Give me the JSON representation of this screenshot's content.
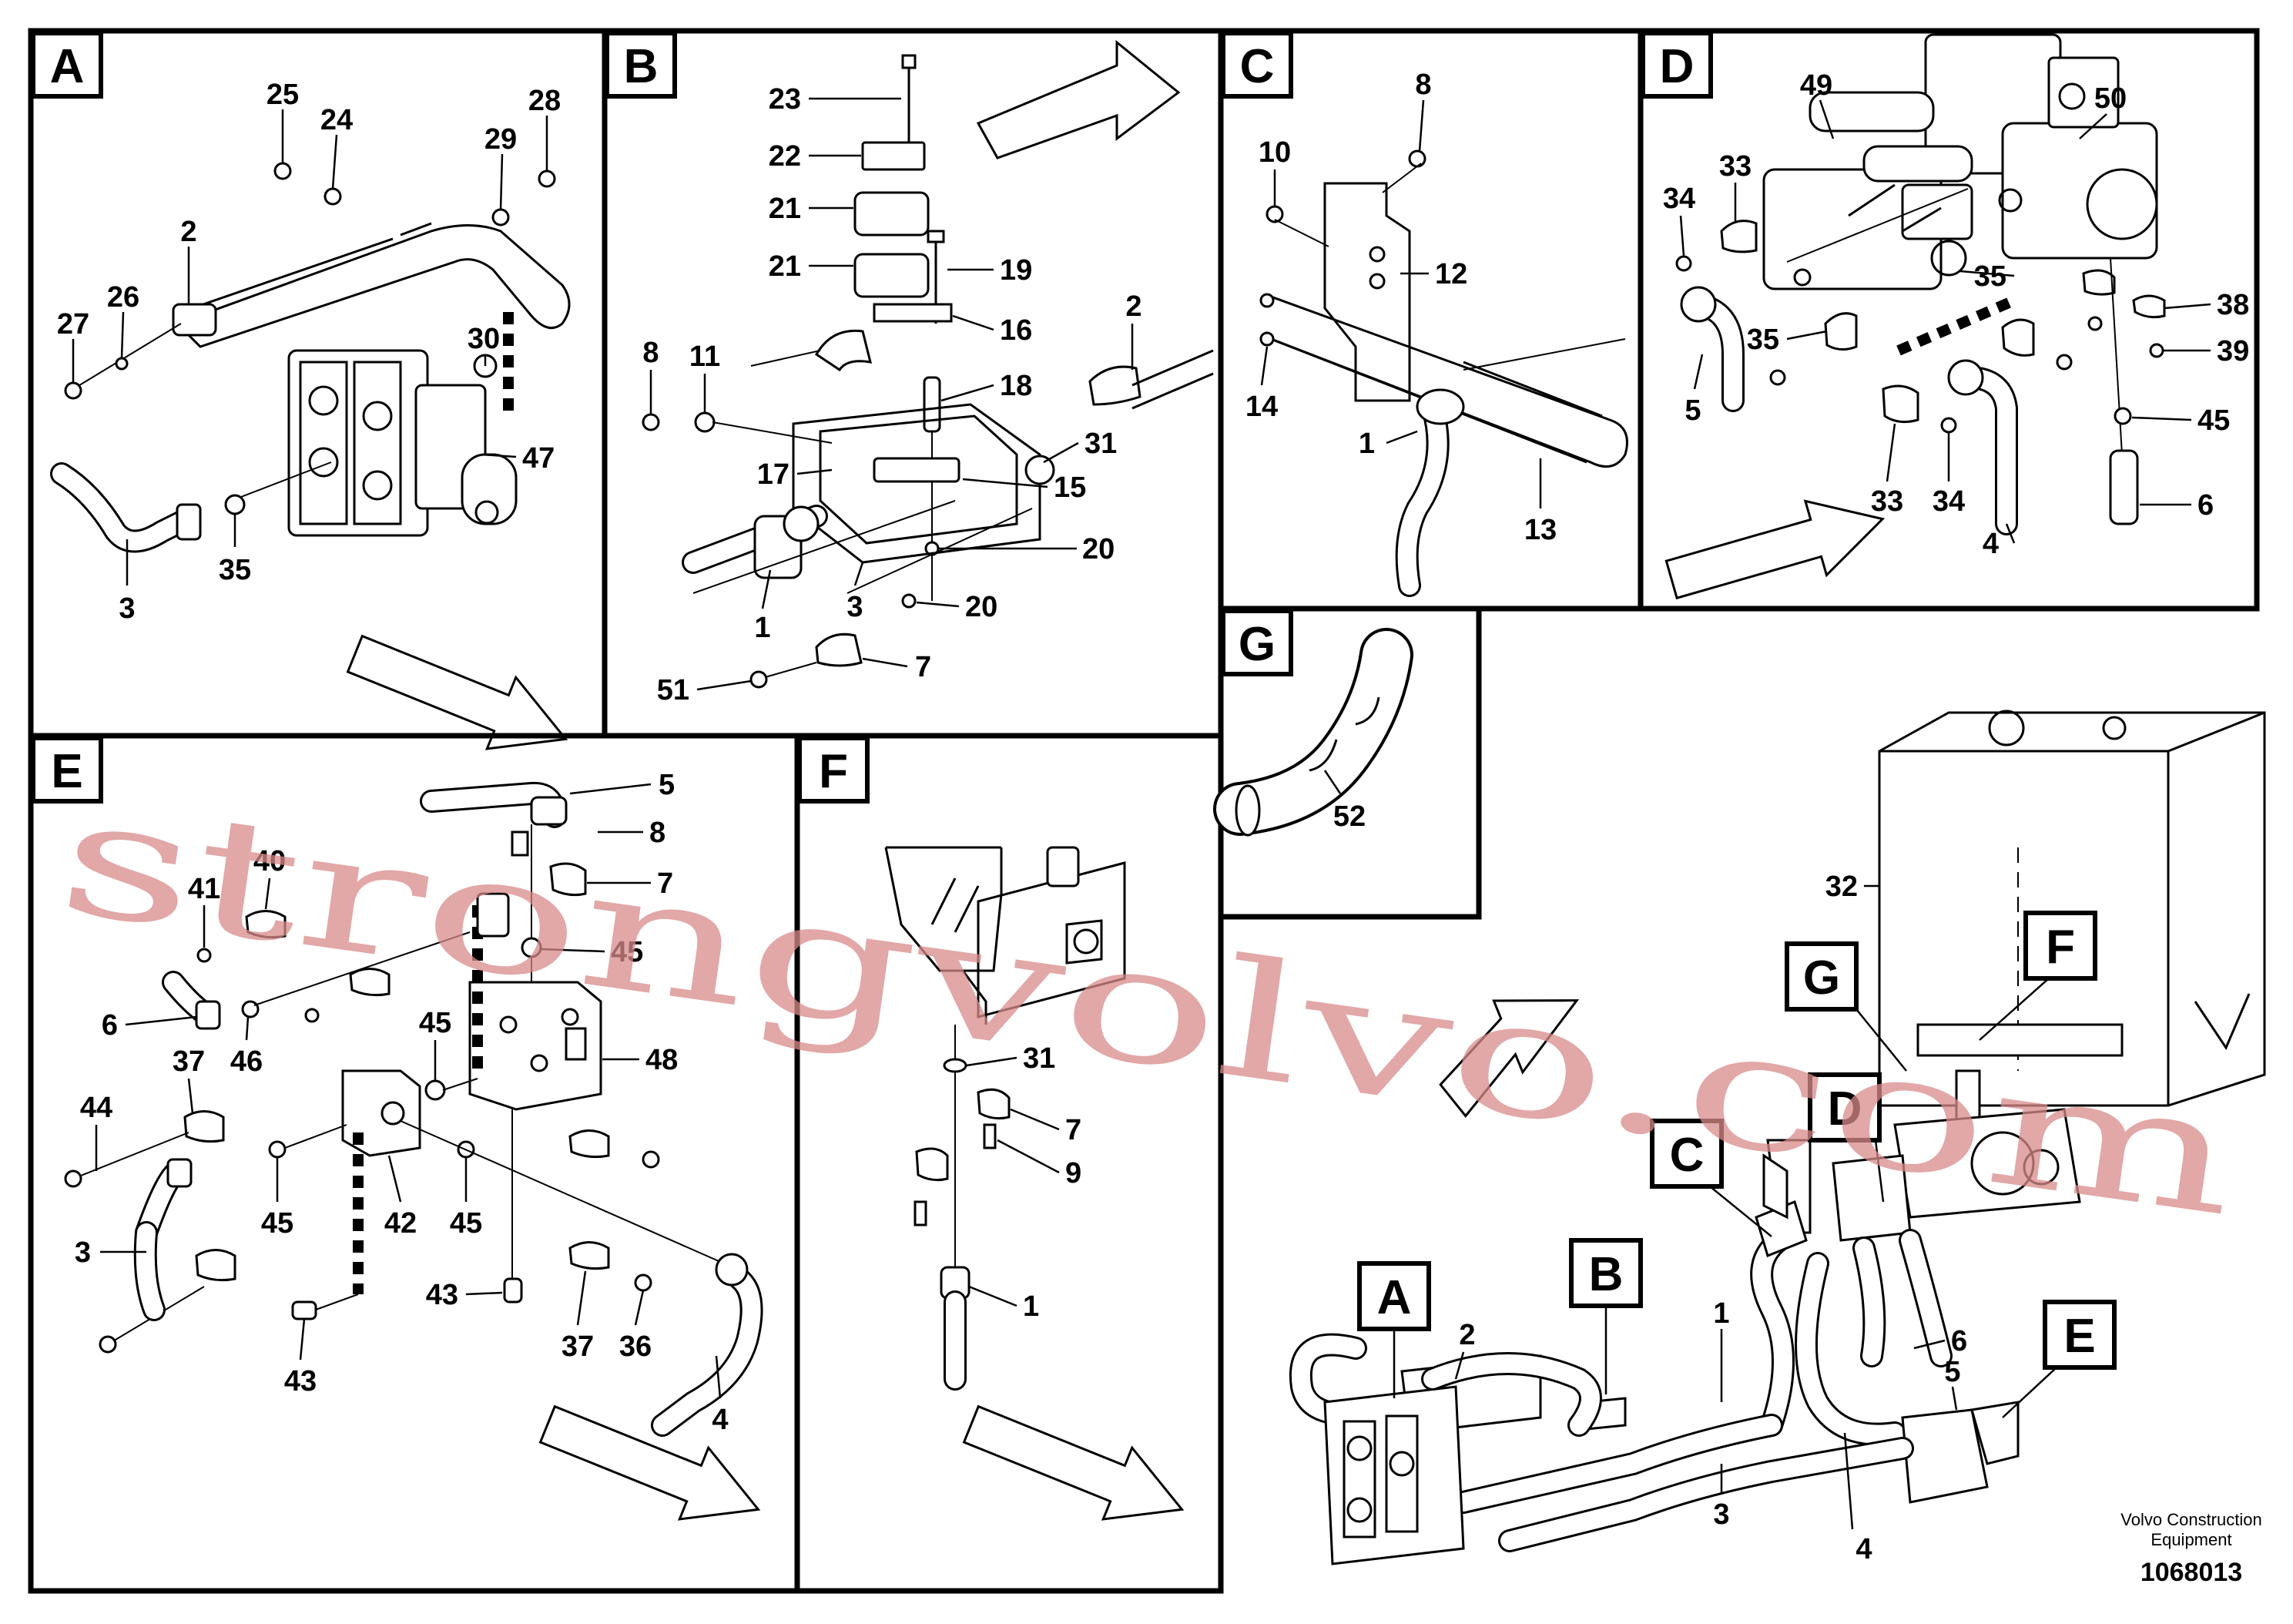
{
  "panels": {
    "A": {
      "letter": "A",
      "callouts": [
        "25",
        "24",
        "28",
        "29",
        "2",
        "26",
        "27",
        "30",
        "47",
        "35",
        "3"
      ]
    },
    "B": {
      "letter": "B",
      "callouts": [
        "23",
        "22",
        "21",
        "21",
        "19",
        "16",
        "18",
        "2",
        "8",
        "11",
        "31",
        "17",
        "15",
        "20",
        "1",
        "3",
        "20",
        "51",
        "7"
      ]
    },
    "C": {
      "letter": "C",
      "callouts": [
        "8",
        "10",
        "12",
        "14",
        "1",
        "13"
      ]
    },
    "D": {
      "letter": "D",
      "callouts": [
        "49",
        "50",
        "34",
        "33",
        "35",
        "35",
        "38",
        "39",
        "5",
        "45",
        "33",
        "34",
        "6",
        "4"
      ]
    },
    "G": {
      "letter": "G",
      "callouts": [
        "52"
      ]
    },
    "E": {
      "letter": "E",
      "callouts": [
        "5",
        "8",
        "7",
        "41",
        "40",
        "45",
        "6",
        "46",
        "48",
        "45",
        "37",
        "44",
        "45",
        "42",
        "45",
        "3",
        "43",
        "37",
        "36",
        "43",
        "4"
      ]
    },
    "F": {
      "letter": "F",
      "callouts": [
        "31",
        "7",
        "9",
        "1"
      ]
    }
  },
  "overview": {
    "locators": [
      "A",
      "B",
      "C",
      "D",
      "E",
      "F",
      "G"
    ],
    "callouts": [
      "32",
      "2",
      "1",
      "3",
      "4",
      "5",
      "6"
    ]
  },
  "brand": {
    "line1": "Volvo Construction",
    "line2": "Equipment"
  },
  "doc_number": "1068013",
  "watermark": "strongvolvo.com"
}
